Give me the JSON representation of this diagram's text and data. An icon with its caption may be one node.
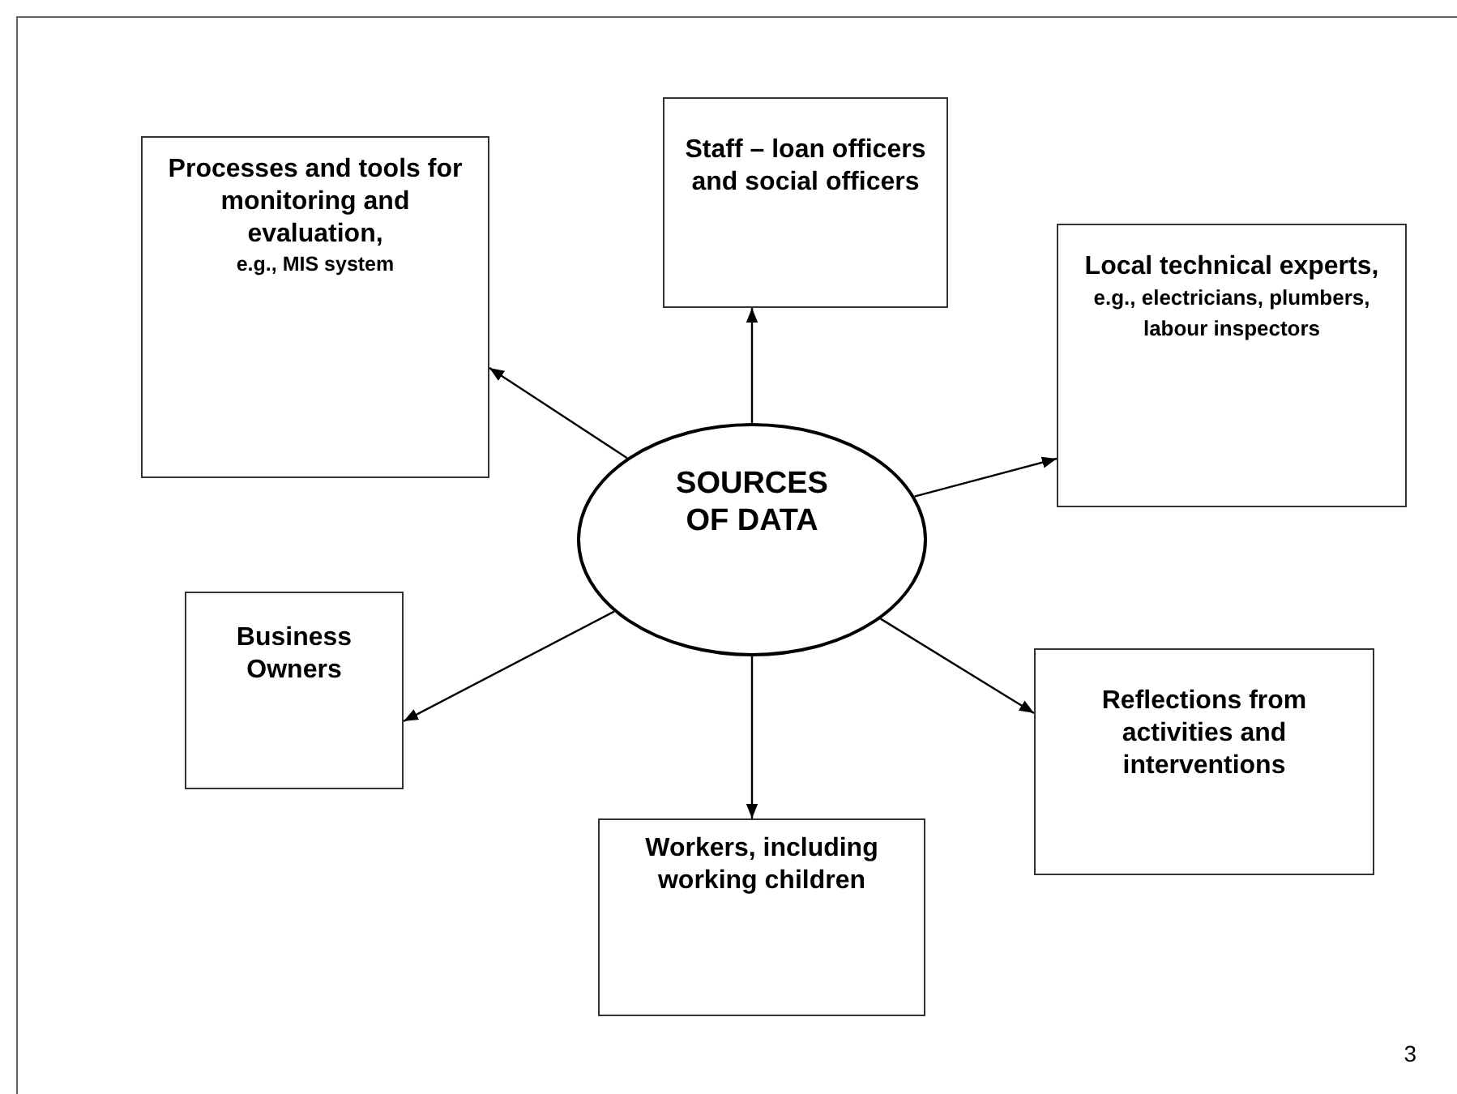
{
  "diagram": {
    "nodes": [
      {
        "text": [
          "SOURCES OF DATA"
        ]
      },
      {
        "text": [
          "Processes and tools for monitoring and evaluation,",
          "e.g., MIS system"
        ]
      },
      {
        "text": [
          "Staff – loan officers and social officers"
        ]
      },
      {
        "text": [
          "Local technical experts,",
          "e.g., electricians, plumbers, labour inspectors"
        ]
      },
      {
        "text": [
          "Business Owners"
        ]
      },
      {
        "text": [
          "Workers, including working children"
        ]
      },
      {
        "text": [
          "Reflections from activities and interventions"
        ]
      }
    ],
    "edges": [
      {
        "from": 0,
        "to": 1,
        "arrow": "to"
      },
      {
        "from": 0,
        "to": 2,
        "arrow": "to"
      },
      {
        "from": 0,
        "to": 3,
        "arrow": "to"
      },
      {
        "from": 0,
        "to": 4,
        "arrow": "to"
      },
      {
        "from": 0,
        "to": 5,
        "arrow": "to"
      },
      {
        "from": 0,
        "to": 6,
        "arrow": "to"
      }
    ],
    "labels": [
      "3"
    ]
  }
}
